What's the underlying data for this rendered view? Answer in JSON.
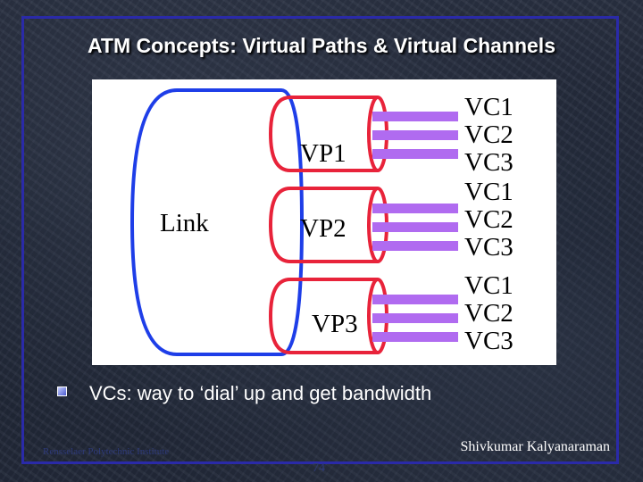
{
  "slide": {
    "title": "ATM Concepts: Virtual Paths & Virtual Channels",
    "bullets": [
      {
        "text": "VCs: way to ‘dial’ up and get bandwidth"
      }
    ],
    "footer_left": "Rensselaer Polytechnic Institute",
    "footer_right": "Shivkumar Kalyanaraman",
    "page_number": "74"
  },
  "diagram": {
    "link_label": "Link",
    "vp_labels": [
      "VP1",
      "VP2",
      "VP3"
    ],
    "vc_labels": [
      "VC1",
      "VC2",
      "VC3",
      "VC1",
      "VC2",
      "VC3",
      "VC1",
      "VC2",
      "VC3"
    ],
    "colors": {
      "link": "#1e3ee8",
      "vp": "#e8233a",
      "vc": "#b06bf0",
      "text": "#000000",
      "frame": "#2a2aa8"
    }
  }
}
